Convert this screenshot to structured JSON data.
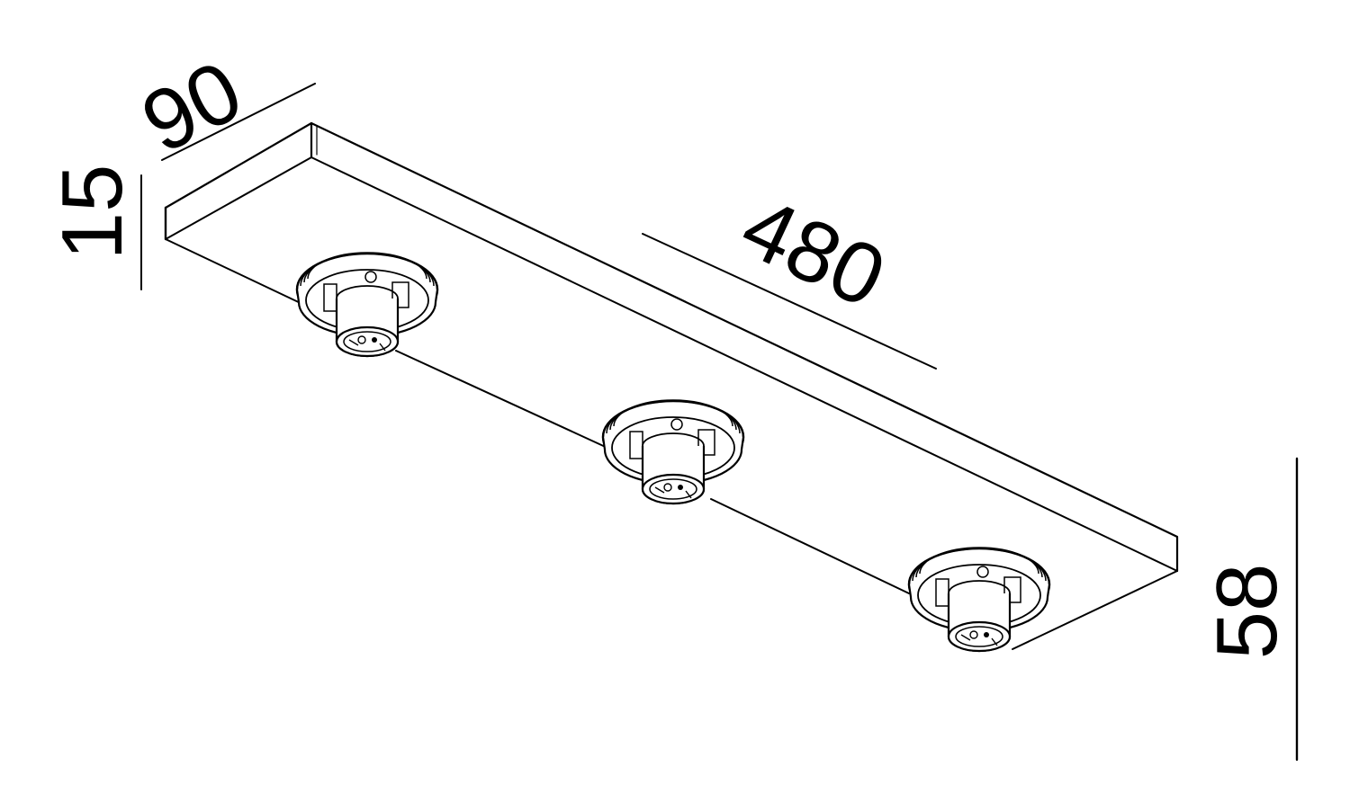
{
  "diagram": {
    "type": "technical-dimension-drawing",
    "subject": "ceiling-mounted base plate with three lamp sockets",
    "line_color": "#000000",
    "background_color": "#ffffff",
    "dimensions": {
      "depth": "90",
      "height_plate": "15",
      "length": "480",
      "height_total": "58"
    },
    "sockets": [
      {
        "id": "socket-left"
      },
      {
        "id": "socket-center"
      },
      {
        "id": "socket-right"
      }
    ]
  }
}
